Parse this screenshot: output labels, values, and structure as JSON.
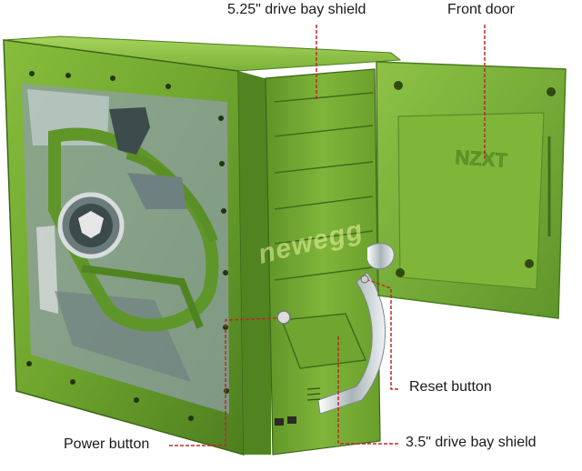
{
  "labels": {
    "drive_bay_525": "5.25\" drive bay shield",
    "front_door": "Front door",
    "reset_button": "Reset button",
    "power_button": "Power button",
    "drive_bay_35": "3.5\" drive bay shield"
  },
  "watermark": "newegg",
  "door_logo": "NZXT",
  "colors": {
    "case_green": "#6fa62f",
    "case_dark": "#3f6e1c",
    "callout_line": "#c0282a",
    "background": "#ffffff"
  }
}
